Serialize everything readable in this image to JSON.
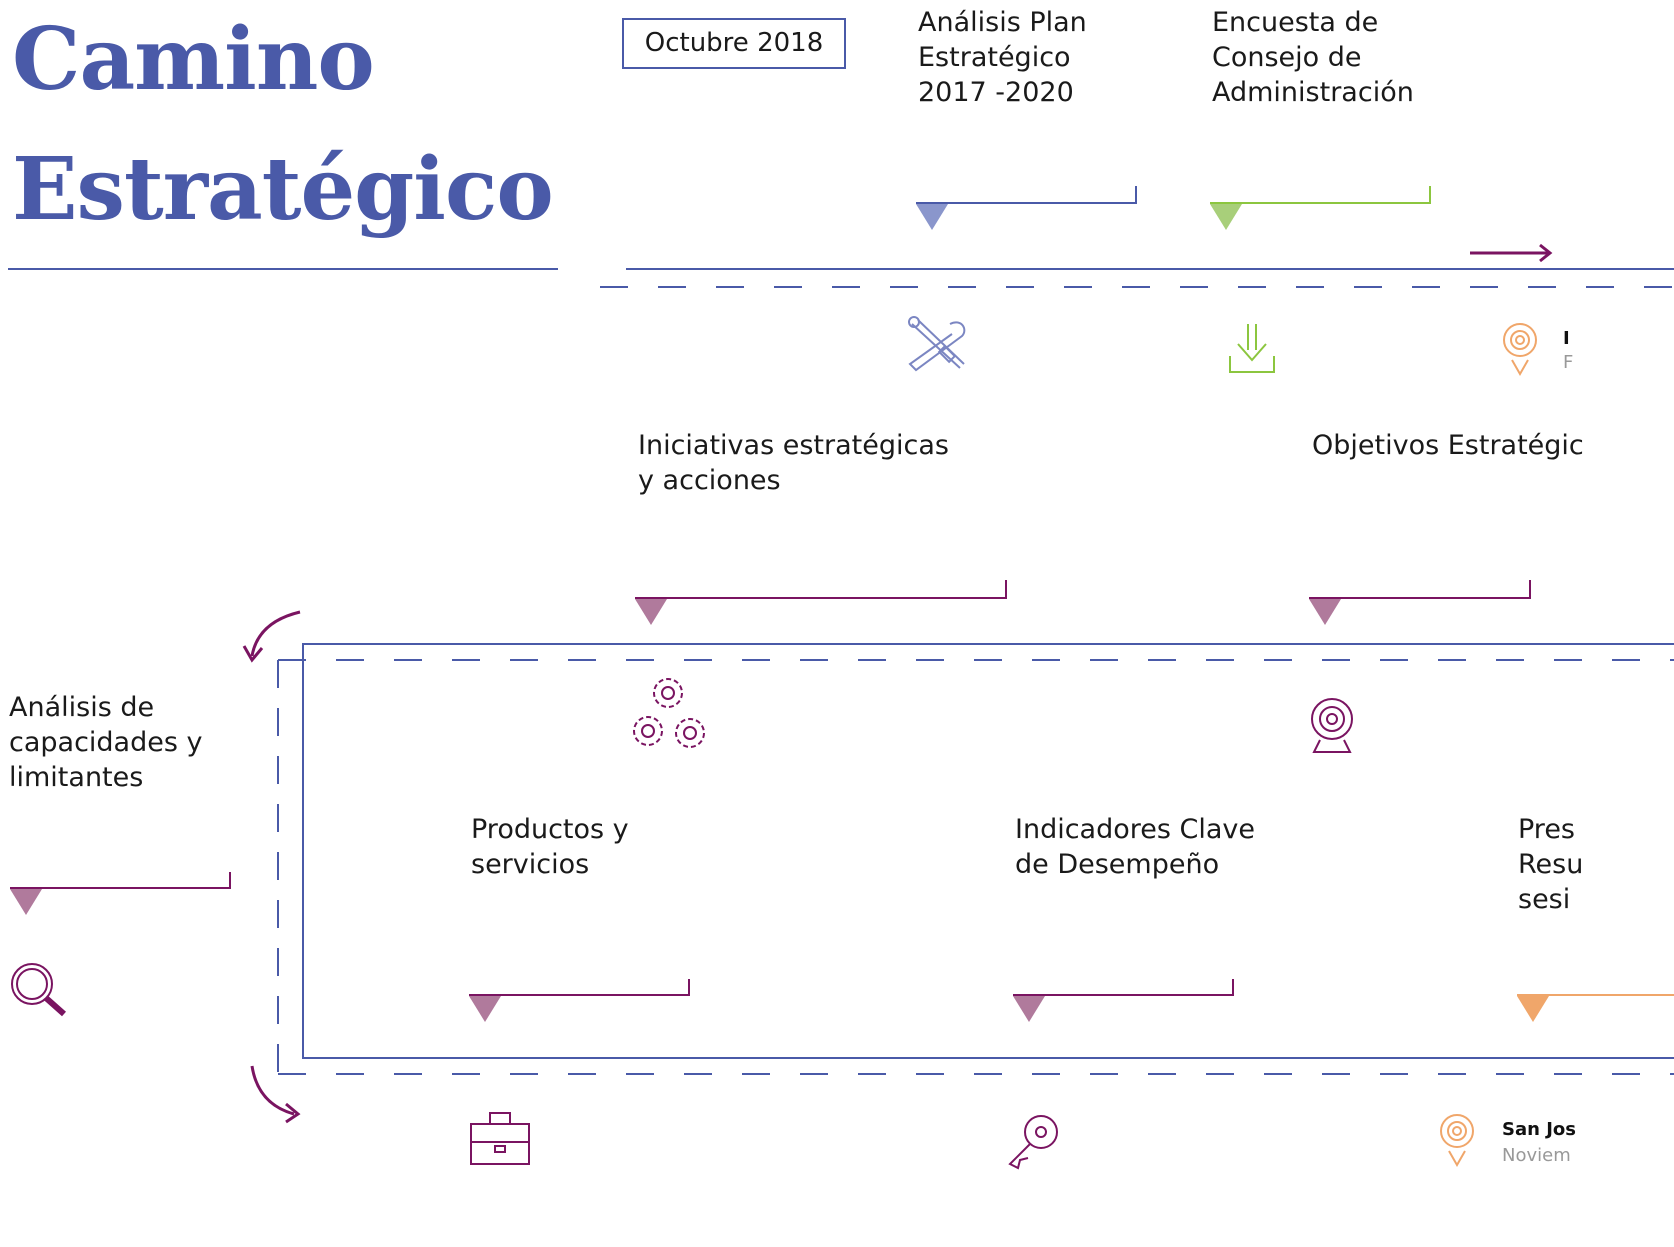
{
  "title": {
    "line1": "Camino",
    "line2": "Estratégico"
  },
  "date_badge": "Octubre 2018",
  "steps": {
    "analisis_plan": "Análisis Plan\nEstratégico\n2017 -2020",
    "encuesta": "Encuesta de\nConsejo de\nAdministración",
    "iniciativas": "Iniciativas estratégicas\ny acciones",
    "objetivos": "Objetivos Estratégic",
    "capacidades": "Análisis de\ncapacidades y\nlimitantes",
    "productos": "Productos y\nservicios",
    "indicadores": "Indicadores Clave\nde Desempeño",
    "presentacion": "Pres\nResu\nsesi"
  },
  "location_top": {
    "line1": "I",
    "line2": "F"
  },
  "location_bottom": {
    "line1": "San Jos",
    "line2": "Noviem"
  },
  "colors": {
    "blue": "#4a5aa8",
    "light_blue": "#8a96cc",
    "green": "#8cc63f",
    "purple": "#7a1461",
    "mauve": "#b07a9c",
    "orange": "#f0a66a"
  },
  "icons": [
    "tools-icon",
    "download-icon",
    "location-pin-icon",
    "gears-icon",
    "webcam-icon",
    "magnifier-icon",
    "toolbox-icon",
    "key-icon"
  ]
}
